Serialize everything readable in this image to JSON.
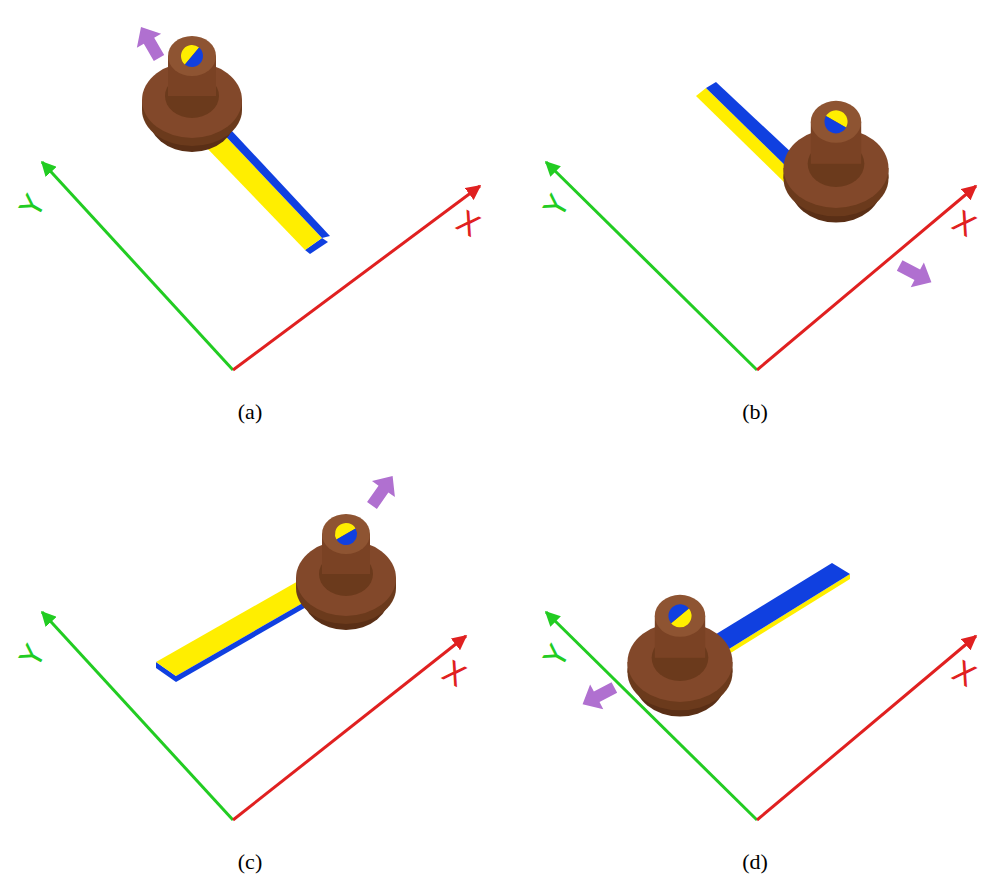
{
  "diagram": {
    "labels": [
      "Y",
      "X",
      "(a)",
      "Y",
      "X",
      "(b)",
      "Y",
      "X",
      "(c)",
      "Y",
      "X",
      "(d)"
    ]
  }
}
